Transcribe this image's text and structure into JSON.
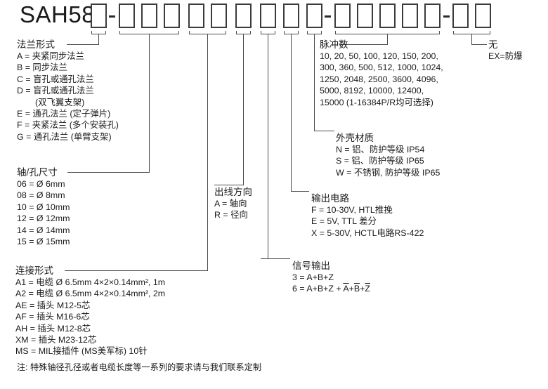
{
  "title": "SAH58",
  "code_boxes": {
    "groups": [
      {
        "name": "flange",
        "count": 1
      },
      {
        "name": "shaft",
        "count": 3
      },
      {
        "name": "connection",
        "count": 2
      },
      {
        "name": "exit-direction",
        "count": 1
      },
      {
        "name": "signal-output",
        "count": 1
      },
      {
        "name": "output-circuit",
        "count": 1
      },
      {
        "name": "housing-material",
        "count": 1
      },
      {
        "name": "pulse-count",
        "count": 5
      },
      {
        "name": "explosion-proof",
        "count": 2
      }
    ],
    "separator": "-"
  },
  "flange": {
    "heading": "法兰形式",
    "options": [
      "A = 夹紧同步法兰",
      "B = 同步法兰",
      "C = 盲孔或通孔法兰",
      "D = 盲孔或通孔法兰",
      "(双飞翼支架)",
      "E = 通孔法兰 (定子弹片)",
      "F = 夹紧法兰 (多个安装孔)",
      "G = 通孔法兰 (单臂支架)"
    ]
  },
  "shaft": {
    "heading": "轴/孔尺寸",
    "options": [
      "06 = Ø 6mm",
      "08 = Ø 8mm",
      "10 = Ø 10mm",
      "12 = Ø 12mm",
      "14 = Ø 14mm",
      "15 = Ø 15mm"
    ]
  },
  "connection": {
    "heading": "连接形式",
    "options": [
      "A1 = 电缆 Ø 6.5mm 4×2×0.14mm²,  1m",
      "A2 = 电缆 Ø 6.5mm 4×2×0.14mm²,  2m",
      "AE = 插头 M12-5芯",
      "AF = 插头 M16-6芯",
      "AH = 插头 M12-8芯",
      "XM = 插头 M23-12芯",
      "MS = MIL接插件 (MS美军标) 10针"
    ]
  },
  "exit_direction": {
    "heading": "出线方向",
    "options": [
      "A = 轴向",
      "R = 径向"
    ]
  },
  "signal_output": {
    "heading": "信号输出",
    "options": [
      "3 = A+B+Z"
    ],
    "option_6_prefix": "6 = A+B+Z + ",
    "option_6_a": "A",
    "option_6_plus1": "+",
    "option_6_b": "B",
    "option_6_plus2": "+",
    "option_6_z": "Z"
  },
  "output_circuit": {
    "heading": "输出电路",
    "options": [
      "F = 10-30V,  HTL推挽",
      "E = 5V,  TTL 差分",
      "X = 5-30V,  HCTL电路RS-422"
    ]
  },
  "housing_material": {
    "heading": "外壳材质",
    "options": [
      "N = 铝、防护等级 IP54",
      "S = 铝、防护等级 IP65",
      "W = 不锈钢, 防护等级 IP65"
    ]
  },
  "pulse_count": {
    "heading": "脉冲数",
    "lines": [
      "10, 20, 50, 100, 120, 150, 200,",
      "300, 360, 500, 512, 1000, 1024,",
      "1250, 2048, 2500, 3600, 4096,",
      "5000, 8192, 10000, 12400,",
      "15000 (1-16384P/R均可选择)"
    ]
  },
  "explosion_proof": {
    "heading": "无",
    "options": [
      "EX=防爆"
    ]
  },
  "footer_note": "注:  特殊轴径孔径或者电缆长度等一系列的要求请与我们联系定制"
}
